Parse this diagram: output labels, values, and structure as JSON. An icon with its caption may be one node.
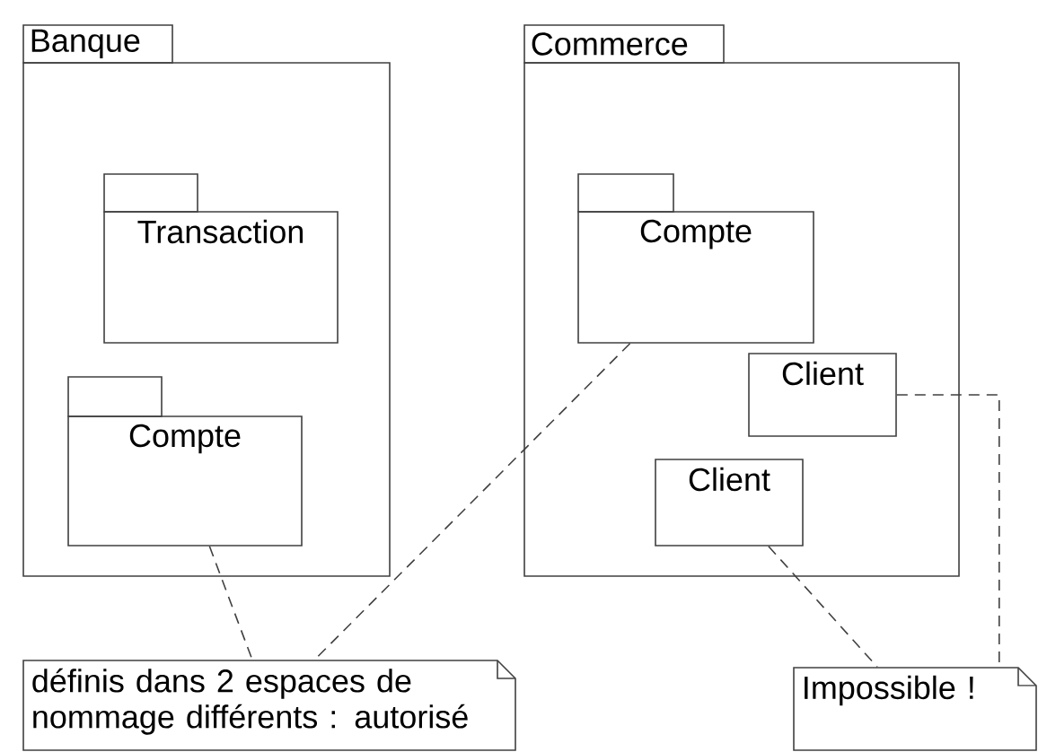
{
  "diagram": {
    "nodes": [
      {
        "text": [
          "Banque"
        ]
      },
      {
        "text": [
          "Transaction"
        ],
        "in": 0
      },
      {
        "text": [
          "Compte"
        ],
        "in": 0
      },
      {
        "text": [
          "Commerce"
        ]
      },
      {
        "text": [
          "Compte"
        ],
        "in": 3
      },
      {
        "text": [
          "Client"
        ],
        "in": 3
      },
      {
        "text": [
          "Client"
        ],
        "in": 3
      },
      {
        "text": [
          "définis dans 2 espaces de nommage différents : autorisé"
        ]
      },
      {
        "text": [
          "Impossible !"
        ]
      }
    ],
    "edges": [
      {
        "from": 2,
        "to": 7,
        "arrow": "none",
        "style": "dashed"
      },
      {
        "from": 4,
        "to": 7,
        "arrow": "none",
        "style": "dashed"
      },
      {
        "from": 6,
        "to": 8,
        "arrow": "none",
        "style": "dashed"
      },
      {
        "from": 5,
        "to": 8,
        "arrow": "none",
        "style": "dashed"
      }
    ]
  }
}
